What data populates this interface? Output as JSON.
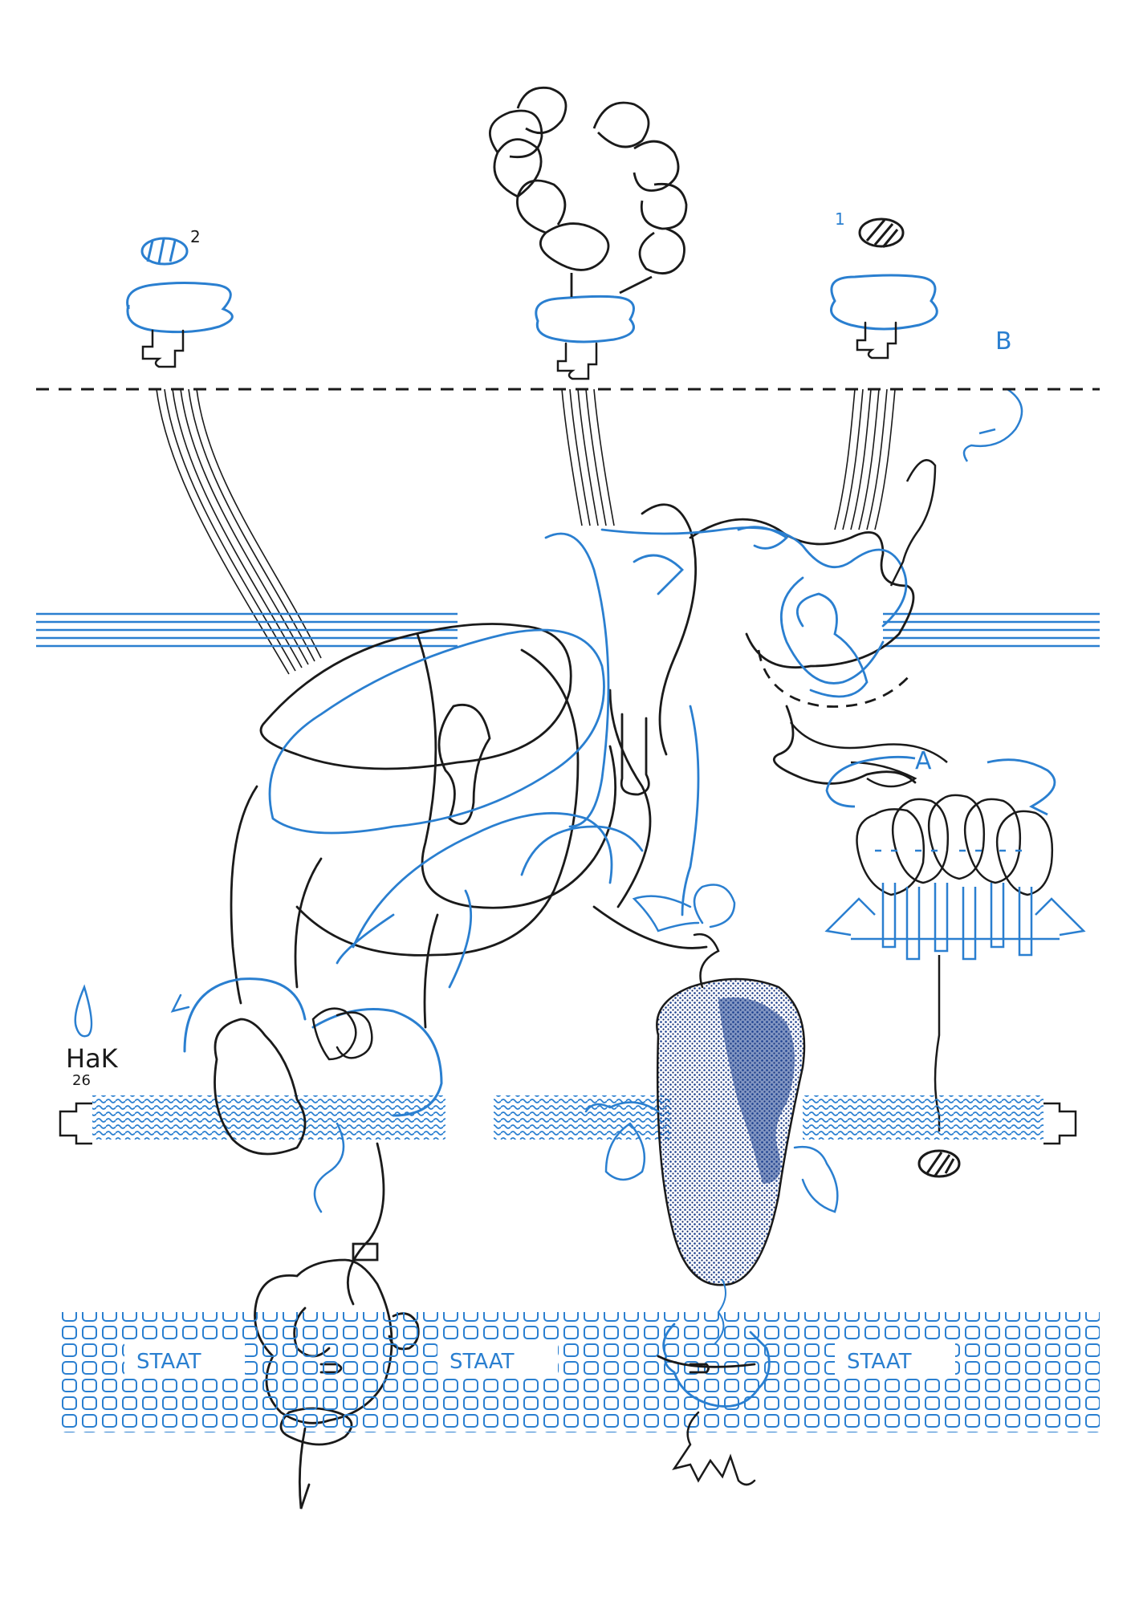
{
  "palette": {
    "ink": "#1a1a1a",
    "blue": "#2a7fd0",
    "paper": "#ffffff"
  },
  "labels": {
    "top_left_number": "2",
    "top_right_number": "1",
    "membrane_letter_b": "B",
    "cluster_letter_a": "A",
    "signature_initials": "HaK",
    "signature_number": "26",
    "staat_1": "STAAT",
    "staat_2": "STAAT",
    "staat_3": "STAAT"
  }
}
